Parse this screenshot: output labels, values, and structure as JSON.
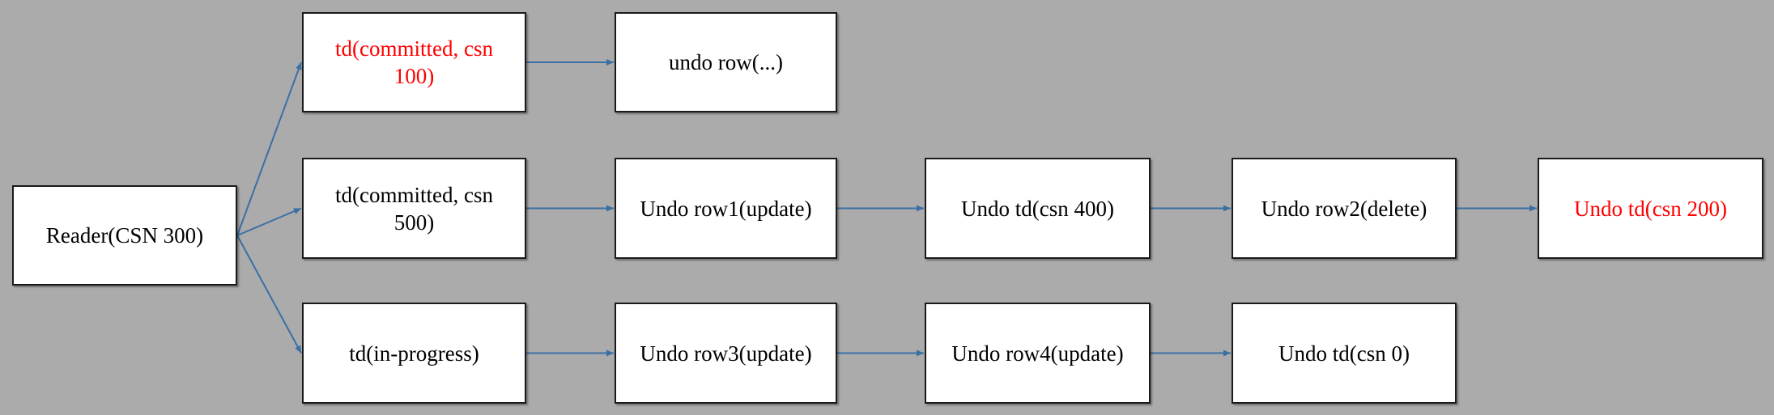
{
  "colors": {
    "background": "#ababab",
    "box_fill": "#ffffff",
    "box_border": "#1a1a1a",
    "arrow": "#3a6fa4",
    "text_default": "#000000",
    "text_highlight": "#ff0000"
  },
  "nodes": {
    "reader": {
      "label": "Reader(CSN 300)",
      "highlight": false
    },
    "td_committed_100": {
      "label": "td(committed, csn 100)",
      "highlight": true
    },
    "undo_row_generic": {
      "label": "undo row(...)",
      "highlight": false
    },
    "td_committed_500": {
      "label": "td(committed, csn 500)",
      "highlight": false
    },
    "undo_row1_update": {
      "label": "Undo row1(update)",
      "highlight": false
    },
    "undo_td_csn400": {
      "label": "Undo td(csn 400)",
      "highlight": false
    },
    "undo_row2_delete": {
      "label": "Undo row2(delete)",
      "highlight": false
    },
    "undo_td_csn200": {
      "label": "Undo td(csn 200)",
      "highlight": true
    },
    "td_in_progress": {
      "label": "td(in-progress)",
      "highlight": false
    },
    "undo_row3_update": {
      "label": "Undo row3(update)",
      "highlight": false
    },
    "undo_row4_update": {
      "label": "Undo row4(update)",
      "highlight": false
    },
    "undo_td_csn0": {
      "label": "Undo td(csn 0)",
      "highlight": false
    }
  },
  "edges": [
    {
      "from": "reader",
      "to": "td_committed_100"
    },
    {
      "from": "reader",
      "to": "td_committed_500"
    },
    {
      "from": "reader",
      "to": "td_in_progress"
    },
    {
      "from": "td_committed_100",
      "to": "undo_row_generic"
    },
    {
      "from": "td_committed_500",
      "to": "undo_row1_update"
    },
    {
      "from": "undo_row1_update",
      "to": "undo_td_csn400"
    },
    {
      "from": "undo_td_csn400",
      "to": "undo_row2_delete"
    },
    {
      "from": "undo_row2_delete",
      "to": "undo_td_csn200"
    },
    {
      "from": "td_in_progress",
      "to": "undo_row3_update"
    },
    {
      "from": "undo_row3_update",
      "to": "undo_row4_update"
    },
    {
      "from": "undo_row4_update",
      "to": "undo_td_csn0"
    }
  ]
}
